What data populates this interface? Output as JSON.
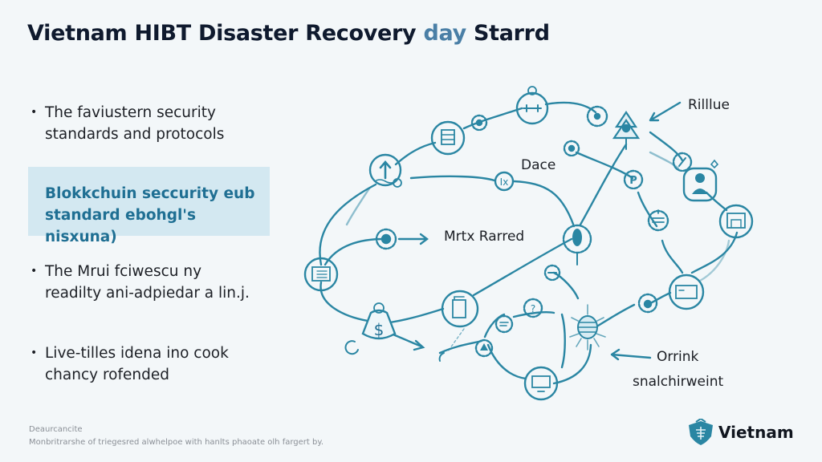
{
  "header": {
    "title_main": "Vietnam HIBT Disaster Recovery ",
    "title_accent": "day",
    "title_end": " Starrd",
    "accent_color": "#4a7fa6"
  },
  "bullets": [
    {
      "line1": "The faviustern security",
      "line2": "standards and protocols"
    },
    {
      "line1": "The Mrui fciwescu ny",
      "line2": "readilty ani-adpiedar a lin.j."
    },
    {
      "line1": "Live-tilles idena ino cook",
      "line2": "chancy rofended"
    }
  ],
  "bullet_glyph": "•",
  "highlight": {
    "line1": "Blokkchuin seccurity eub",
    "line2": "standard ebohgl's nisxuna)",
    "bg_color": "#d3e8f1",
    "text_color": "#1f6f93"
  },
  "diagram": {
    "stroke_color": "#2a86a3",
    "labels": {
      "top_right": "Rilllue",
      "center_top": "Dace",
      "center_mid": "Mrtx Rarred",
      "bottom_right_1": "Orrink",
      "bottom_right_2": "snalchirweint"
    },
    "nodes": [
      {
        "name": "network-node",
        "icon": "arrow-up-icon"
      },
      {
        "name": "server-node",
        "icon": "server-icon"
      },
      {
        "name": "link-node",
        "icon": "link-icon"
      },
      {
        "name": "document-node",
        "icon": "document-icon"
      },
      {
        "name": "money-bag-node",
        "icon": "dollar-icon",
        "glyph": "$"
      },
      {
        "name": "clipboard-node",
        "icon": "clipboard-icon"
      },
      {
        "name": "monitor-node",
        "icon": "monitor-icon"
      },
      {
        "name": "alert-node",
        "icon": "alert-icon"
      },
      {
        "name": "shield-node",
        "icon": "shield-icon"
      },
      {
        "name": "user-node",
        "icon": "user-icon"
      },
      {
        "name": "building-node",
        "icon": "building-icon"
      },
      {
        "name": "storage-node",
        "icon": "storage-icon"
      },
      {
        "name": "parking-node",
        "icon": "p-icon",
        "glyph": "P"
      }
    ]
  },
  "footer": {
    "line1": "Deaurcancite",
    "line2": "Monbritrarshe of triegesred alwhelpoe with hanlts phaoate olh fargert by."
  },
  "logo": {
    "text": "Vietnam",
    "color": "#2a86a3"
  }
}
